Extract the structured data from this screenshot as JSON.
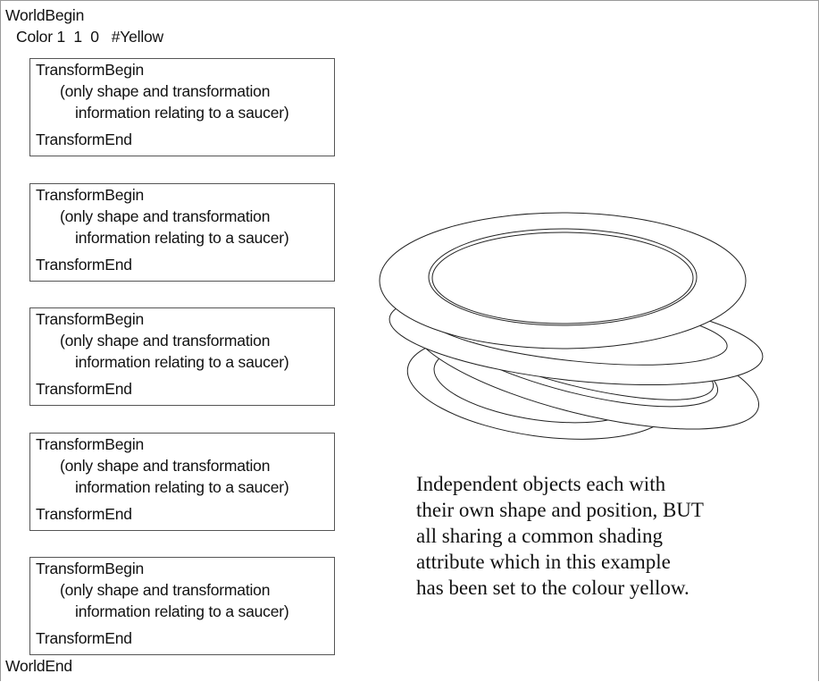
{
  "code": {
    "world_begin": "WorldBegin",
    "color_line": "Color 1  1  0   #Yellow",
    "world_end": "WorldEnd",
    "blocks": [
      {
        "begin": "TransformBegin",
        "info1": "(only shape and transformation",
        "info2": "information relating to a saucer)",
        "end": "TransformEnd"
      },
      {
        "begin": "TransformBegin",
        "info1": "(only shape and transformation",
        "info2": "information relating to a saucer)",
        "end": "TransformEnd"
      },
      {
        "begin": "TransformBegin",
        "info1": "(only shape and transformation",
        "info2": "information relating to a saucer)",
        "end": "TransformEnd"
      },
      {
        "begin": "TransformBegin",
        "info1": "(only shape and transformation",
        "info2": "information relating to a saucer)",
        "end": "TransformEnd"
      },
      {
        "begin": "TransformBegin",
        "info1": "(only shape and transformation",
        "info2": "information relating to a saucer)",
        "end": "TransformEnd"
      }
    ]
  },
  "caption": {
    "lines": [
      "Independent objects each with",
      "their own shape and position, BUT",
      "all sharing a common shading",
      "attribute which in this example",
      "has been set to the colour yellow."
    ]
  }
}
